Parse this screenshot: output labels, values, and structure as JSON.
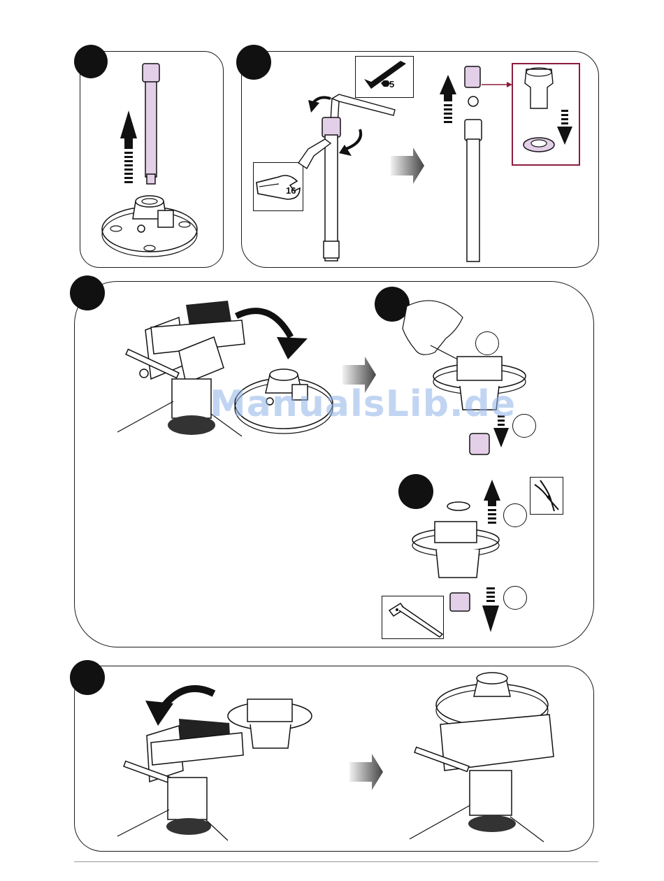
{
  "watermark": "ManualsLib.de",
  "tools": {
    "hex_key_size": "5",
    "wrench_size": "16"
  },
  "colors": {
    "pink_part": "#e3cfe8",
    "highlight_frame": "#8e1b3c",
    "outline": "#111111"
  }
}
